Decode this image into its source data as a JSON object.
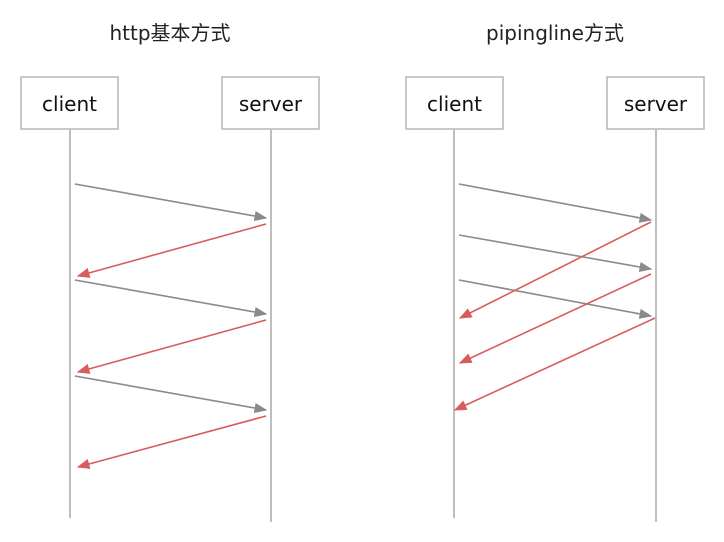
{
  "panels": [
    {
      "title": "http基本方式",
      "participants": [
        "client",
        "server"
      ],
      "messages": [
        {
          "from": "client",
          "to": "server",
          "kind": "request"
        },
        {
          "from": "server",
          "to": "client",
          "kind": "response"
        },
        {
          "from": "client",
          "to": "server",
          "kind": "request"
        },
        {
          "from": "server",
          "to": "client",
          "kind": "response"
        },
        {
          "from": "client",
          "to": "server",
          "kind": "request"
        },
        {
          "from": "server",
          "to": "client",
          "kind": "response"
        }
      ]
    },
    {
      "title": "pipingline方式",
      "participants": [
        "client",
        "server"
      ],
      "messages": [
        {
          "from": "client",
          "to": "server",
          "kind": "request"
        },
        {
          "from": "client",
          "to": "server",
          "kind": "request"
        },
        {
          "from": "client",
          "to": "server",
          "kind": "request"
        },
        {
          "from": "server",
          "to": "client",
          "kind": "response"
        },
        {
          "from": "server",
          "to": "client",
          "kind": "response"
        },
        {
          "from": "server",
          "to": "client",
          "kind": "response"
        }
      ]
    }
  ],
  "colors": {
    "request": "#8a8a8a",
    "response": "#d85c5c",
    "box_border": "#b5b5b5",
    "lifeline": "#a8a8a8"
  }
}
